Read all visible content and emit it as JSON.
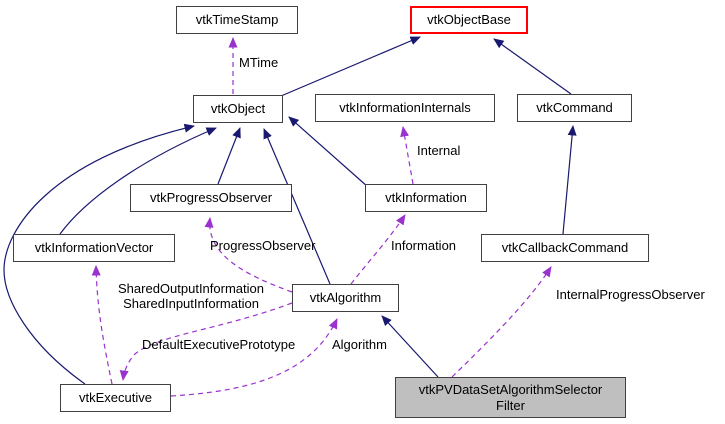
{
  "diagram": {
    "type": "doxygen-collaboration-graph",
    "nodes": {
      "timestamp": {
        "label": "vtkTimeStamp"
      },
      "objectbase": {
        "label": "vtkObjectBase"
      },
      "object": {
        "label": "vtkObject"
      },
      "infointernals": {
        "label": "vtkInformationInternals"
      },
      "command": {
        "label": "vtkCommand"
      },
      "progressobserver": {
        "label": "vtkProgressObserver"
      },
      "information": {
        "label": "vtkInformation"
      },
      "infovector": {
        "label": "vtkInformationVector"
      },
      "callbackcommand": {
        "label": "vtkCallbackCommand"
      },
      "algorithm": {
        "label": "vtkAlgorithm"
      },
      "executive": {
        "label": "vtkExecutive"
      },
      "filter": {
        "line1": "vtkPVDataSetAlgorithmSelector",
        "line2": "Filter"
      }
    },
    "edge_labels": {
      "mtime": "MTime",
      "internal": "Internal",
      "progress_observer": "ProgressObserver",
      "information": "Information",
      "shared_output": "SharedOutputInformation",
      "shared_input": "SharedInputInformation",
      "default_executive_prototype": "DefaultExecutivePrototype",
      "algorithm": "Algorithm",
      "internal_progress_observer": "InternalProgressObserver"
    },
    "colors": {
      "inheritance_edge": "#191970",
      "composition_edge": "#9a32cd",
      "node_border": "#404040",
      "highlight_border": "#ff0000",
      "selected_fill": "#bfbfbf"
    }
  }
}
